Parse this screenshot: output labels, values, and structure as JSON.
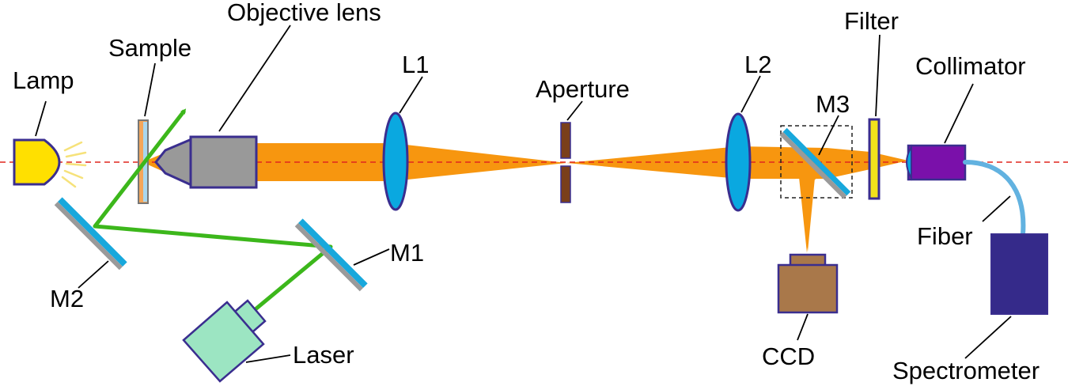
{
  "labels": {
    "lamp": "Lamp",
    "sample": "Sample",
    "objective_lens": "Objective lens",
    "l1": "L1",
    "aperture": "Aperture",
    "l2": "L2",
    "m3": "M3",
    "filter": "Filter",
    "collimator": "Collimator",
    "fiber": "Fiber",
    "spectrometer": "Spectrometer",
    "ccd": "CCD",
    "m1": "M1",
    "m2": "M2",
    "laser": "Laser"
  },
  "colors": {
    "beam": "#f7960f",
    "laser_beam": "#3cb71b",
    "optical_axis": "#e0271e",
    "lens": "#0aa8e0",
    "outline": "#3a2e8f",
    "mirror_face": "#18a8dc",
    "mirror_back": "#9a9a9a",
    "objective": "#999999",
    "lamp": "#ffe000",
    "lamp_rays": "#f6e27a",
    "sample_body": "#f4a65a",
    "sample_window": "#a9d7ee",
    "aperture": "#7a3f1a",
    "filter": "#f2e21b",
    "collimator": "#7a10aa",
    "fiber": "#62b2e0",
    "spectrometer": "#352a8a",
    "ccd": "#a9784a",
    "laser": "#9ce5c2"
  }
}
